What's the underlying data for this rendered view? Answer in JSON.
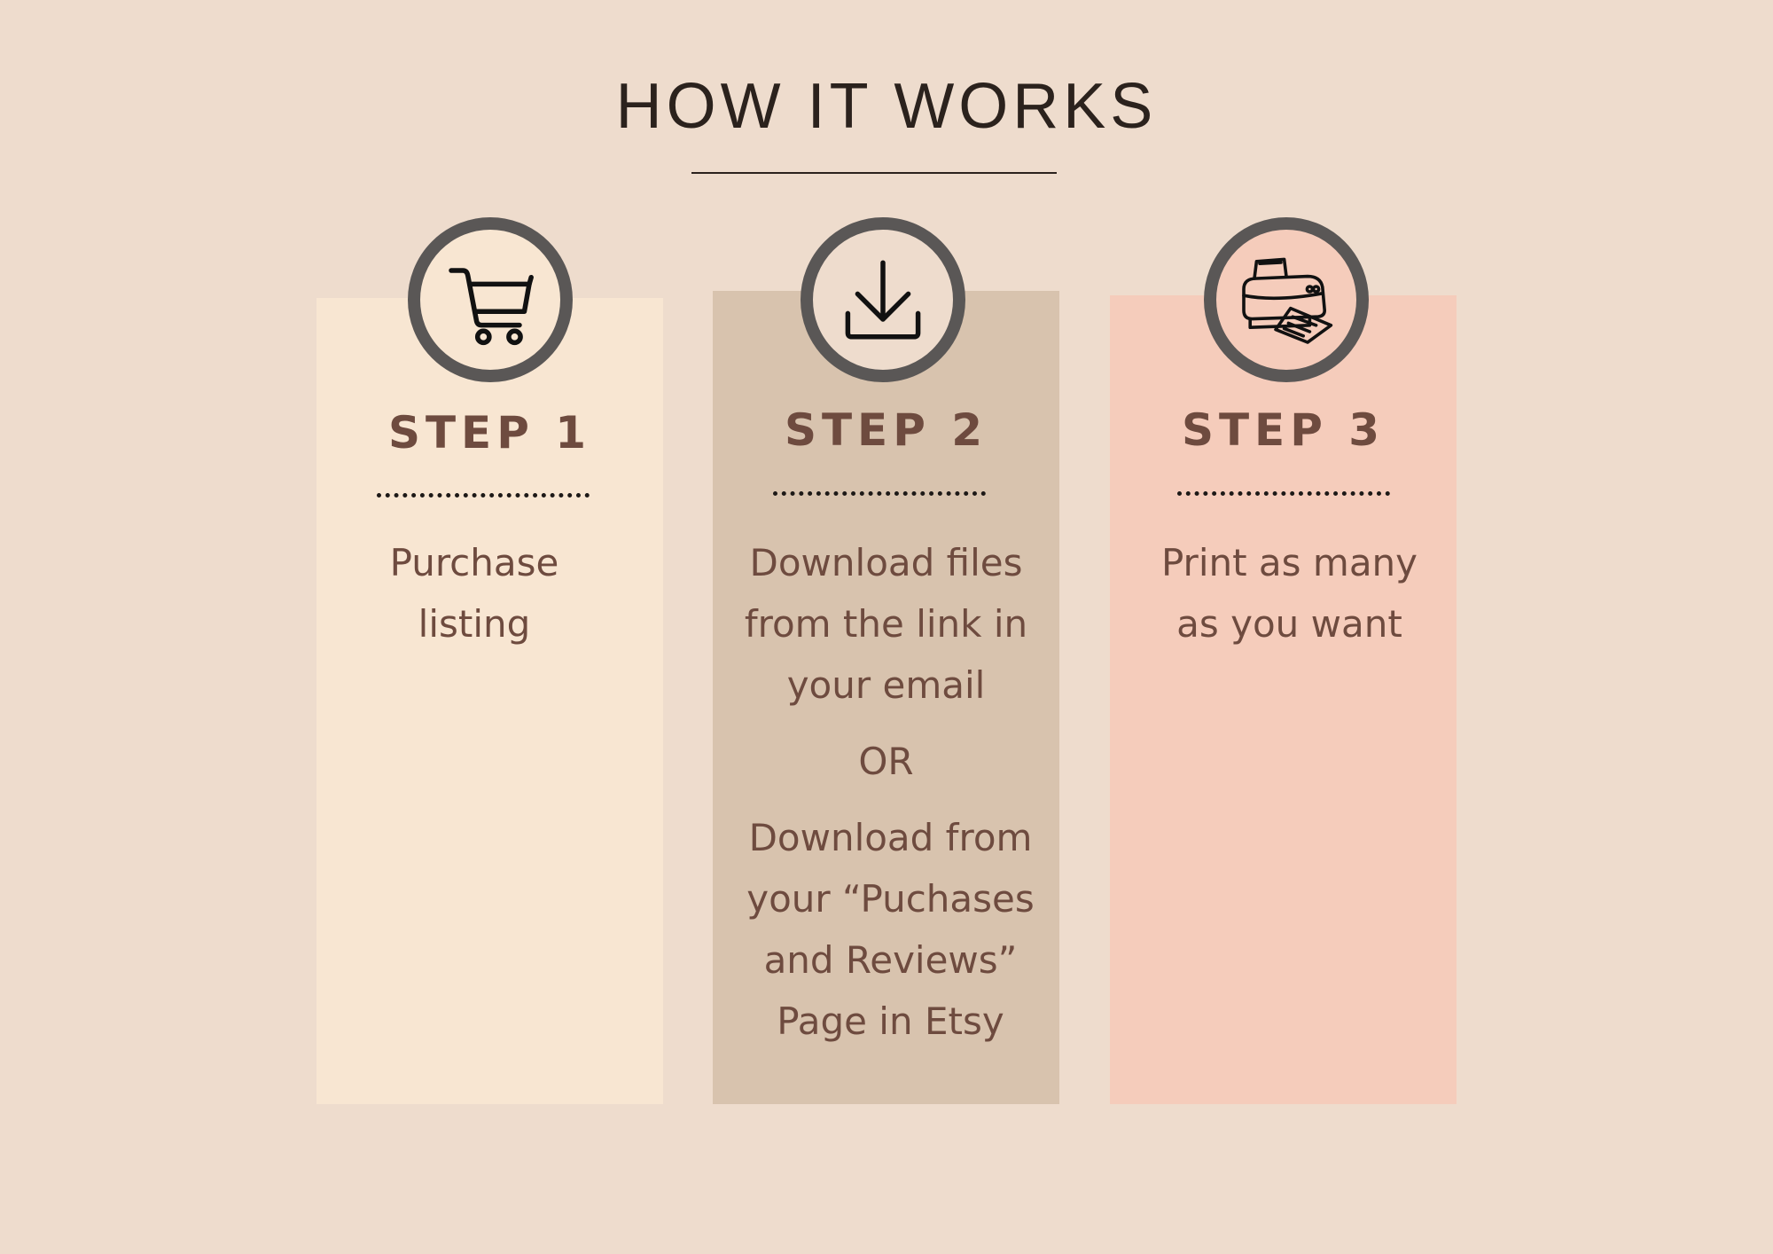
{
  "title": "HOW IT WORKS",
  "colors": {
    "background": "#eedccd",
    "step1_panel": "#f8e6d2",
    "step2_panel": "#d8c3ae",
    "step3_panel": "#f5ccbb",
    "icon_ring": "#5a5756",
    "text_brown": "#6e4b3f"
  },
  "steps": [
    {
      "label": "STEP 1",
      "icon": "shopping-cart-icon",
      "lines": [
        "Purchase",
        "listing"
      ]
    },
    {
      "label": "STEP 2",
      "icon": "download-icon",
      "lines": [
        "Download files",
        "from the link in",
        "your email"
      ],
      "separator": "OR",
      "lines_alt": [
        "Download from",
        "your “Puchases",
        "and Reviews”",
        "Page in Etsy"
      ]
    },
    {
      "label": "STEP 3",
      "icon": "printer-icon",
      "lines": [
        "Print as many",
        "as you want"
      ]
    }
  ]
}
